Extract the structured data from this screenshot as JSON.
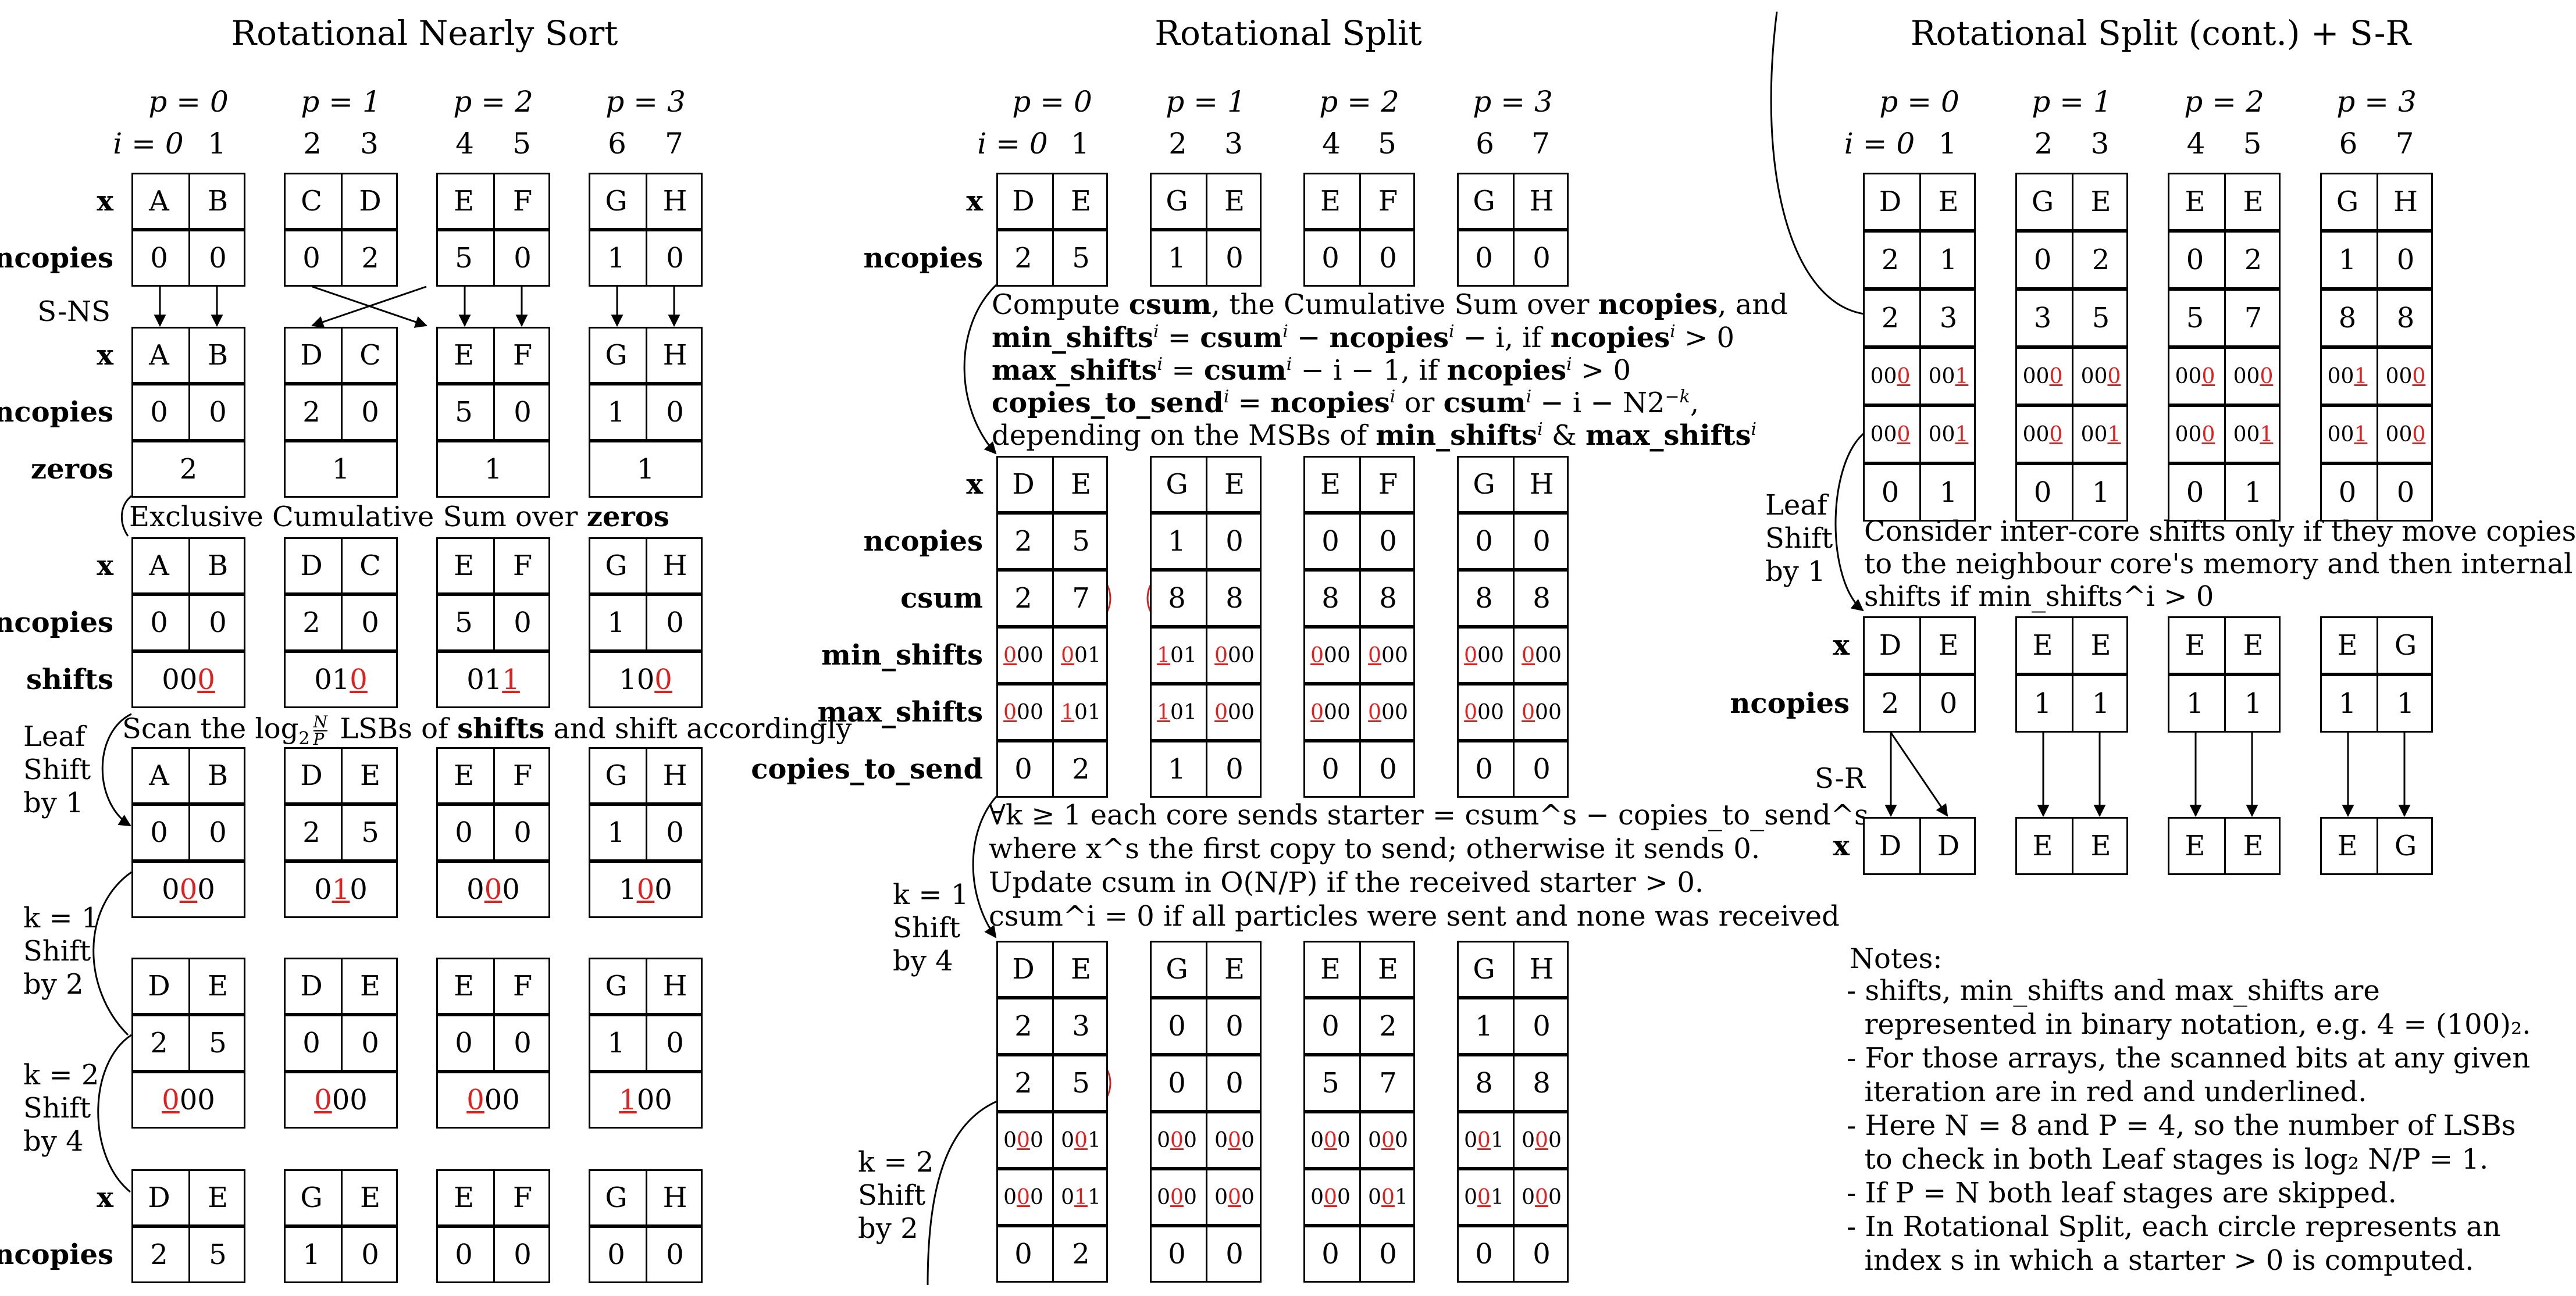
{
  "panels": {
    "nearly_sort": {
      "title": "Rotational Nearly Sort",
      "p_headers": [
        "p = 0",
        "p = 1",
        "p = 2",
        "p = 3"
      ],
      "i_header": {
        "label": "i = 0",
        "indices": [
          "1",
          "2",
          "3",
          "4",
          "5",
          "6",
          "7"
        ]
      },
      "rows": [
        {
          "label": "x",
          "kind": "pair",
          "values": [
            "A",
            "B",
            "C",
            "D",
            "E",
            "F",
            "G",
            "H"
          ]
        },
        {
          "label": "ncopies",
          "kind": "pair",
          "values": [
            "0",
            "0",
            "0",
            "2",
            "5",
            "0",
            "1",
            "0"
          ]
        },
        {
          "label": "x",
          "kind": "pair",
          "values": [
            "A",
            "B",
            "D",
            "C",
            "E",
            "F",
            "G",
            "H"
          ]
        },
        {
          "label": "ncopies",
          "kind": "pair",
          "values": [
            "0",
            "0",
            "2",
            "0",
            "5",
            "0",
            "1",
            "0"
          ]
        },
        {
          "label": "zeros",
          "kind": "wide",
          "values": [
            "2",
            "1",
            "1",
            "1"
          ]
        },
        {
          "label": "x",
          "kind": "pair",
          "values": [
            "A",
            "B",
            "D",
            "C",
            "E",
            "F",
            "G",
            "H"
          ]
        },
        {
          "label": "ncopies",
          "kind": "pair",
          "values": [
            "0",
            "0",
            "2",
            "0",
            "5",
            "0",
            "1",
            "0"
          ]
        },
        {
          "label": "shifts",
          "kind": "wide",
          "values": [
            {
              "pre": "00",
              "u": "0",
              "post": ""
            },
            {
              "pre": "01",
              "u": "0",
              "post": ""
            },
            {
              "pre": "01",
              "u": "1",
              "post": ""
            },
            {
              "pre": "10",
              "u": "0",
              "post": ""
            }
          ]
        },
        {
          "label": "",
          "kind": "pair",
          "values": [
            "A",
            "B",
            "D",
            "E",
            "E",
            "F",
            "G",
            "H"
          ]
        },
        {
          "label": "",
          "kind": "pair",
          "values": [
            "0",
            "0",
            "2",
            "5",
            "0",
            "0",
            "1",
            "0"
          ]
        },
        {
          "label": "",
          "kind": "wide",
          "values": [
            {
              "pre": "0",
              "u": "0",
              "post": "0"
            },
            {
              "pre": "0",
              "u": "1",
              "post": "0"
            },
            {
              "pre": "0",
              "u": "0",
              "post": "0"
            },
            {
              "pre": "1",
              "u": "0",
              "post": "0"
            }
          ]
        },
        {
          "label": "",
          "kind": "pair",
          "values": [
            "D",
            "E",
            "D",
            "E",
            "E",
            "F",
            "G",
            "H"
          ]
        },
        {
          "label": "",
          "kind": "pair",
          "values": [
            "2",
            "5",
            "0",
            "0",
            "0",
            "0",
            "1",
            "0"
          ]
        },
        {
          "label": "",
          "kind": "wide",
          "values": [
            {
              "pre": "",
              "u": "0",
              "post": "00"
            },
            {
              "pre": "",
              "u": "0",
              "post": "00"
            },
            {
              "pre": "",
              "u": "0",
              "post": "00"
            },
            {
              "pre": "",
              "u": "1",
              "post": "00"
            }
          ]
        },
        {
          "label": "x",
          "kind": "pair",
          "values": [
            "D",
            "E",
            "G",
            "E",
            "E",
            "F",
            "G",
            "H"
          ]
        },
        {
          "label": "ncopies",
          "kind": "pair",
          "values": [
            "2",
            "5",
            "1",
            "0",
            "0",
            "0",
            "0",
            "0"
          ]
        }
      ],
      "snc_label": "S-NS",
      "excl_note": {
        "pre": "Exclusive Cumulative Sum over ",
        "bold": "zeros"
      },
      "scan_note": {
        "a": "Scan the log",
        "b": "2",
        "c": "N",
        "d": "P",
        "e": " LSBs of ",
        "f": "shifts",
        "g": " and shift accordingly"
      },
      "side_labels": [
        [
          "Leaf",
          "Shift",
          "by 1"
        ],
        [
          "k = 1",
          "Shift",
          "by 2"
        ],
        [
          "k = 2",
          "Shift",
          "by 4"
        ]
      ]
    },
    "split": {
      "title": "Rotational Split",
      "p_headers": [
        "p = 0",
        "p = 1",
        "p = 2",
        "p = 3"
      ],
      "i_header": {
        "label": "i = 0",
        "indices": [
          "1",
          "2",
          "3",
          "4",
          "5",
          "6",
          "7"
        ]
      },
      "rows": [
        {
          "label": "x",
          "values": [
            "D",
            "E",
            "G",
            "E",
            "E",
            "F",
            "G",
            "H"
          ]
        },
        {
          "label": "ncopies",
          "values": [
            "2",
            "5",
            "1",
            "0",
            "0",
            "0",
            "0",
            "0"
          ]
        },
        {
          "label": "x",
          "values": [
            "D",
            "E",
            "G",
            "E",
            "E",
            "F",
            "G",
            "H"
          ]
        },
        {
          "label": "ncopies",
          "values": [
            "2",
            "5",
            "1",
            "0",
            "0",
            "0",
            "0",
            "0"
          ]
        },
        {
          "label": "csum",
          "values": [
            "2",
            "7",
            "8",
            "8",
            "8",
            "8",
            "8",
            "8"
          ]
        },
        {
          "label": "min_shifts",
          "small": true,
          "values": [
            {
              "pre": "",
              "u": "0",
              "post": "00"
            },
            {
              "pre": "",
              "u": "0",
              "post": "01"
            },
            {
              "pre": "",
              "u": "1",
              "post": "01"
            },
            {
              "pre": "",
              "u": "0",
              "post": "00"
            },
            {
              "pre": "",
              "u": "0",
              "post": "00"
            },
            {
              "pre": "",
              "u": "0",
              "post": "00"
            },
            {
              "pre": "",
              "u": "0",
              "post": "00"
            },
            {
              "pre": "",
              "u": "0",
              "post": "00"
            }
          ]
        },
        {
          "label": "max_shifts",
          "small": true,
          "values": [
            {
              "pre": "",
              "u": "0",
              "post": "00"
            },
            {
              "pre": "",
              "u": "1",
              "post": "01"
            },
            {
              "pre": "",
              "u": "1",
              "post": "01"
            },
            {
              "pre": "",
              "u": "0",
              "post": "00"
            },
            {
              "pre": "",
              "u": "0",
              "post": "00"
            },
            {
              "pre": "",
              "u": "0",
              "post": "00"
            },
            {
              "pre": "",
              "u": "0",
              "post": "00"
            },
            {
              "pre": "",
              "u": "0",
              "post": "00"
            }
          ]
        },
        {
          "label": "copies_to_send",
          "values": [
            "0",
            "2",
            "1",
            "0",
            "0",
            "0",
            "0",
            "0"
          ]
        },
        {
          "label": "",
          "values": [
            "D",
            "E",
            "G",
            "E",
            "E",
            "E",
            "G",
            "H"
          ]
        },
        {
          "label": "",
          "values": [
            "2",
            "3",
            "0",
            "0",
            "0",
            "2",
            "1",
            "0"
          ]
        },
        {
          "label": "",
          "values": [
            "2",
            "5",
            "0",
            "0",
            "5",
            "7",
            "8",
            "8"
          ]
        },
        {
          "label": "",
          "small": true,
          "values": [
            {
              "pre": "0",
              "u": "0",
              "post": "0"
            },
            {
              "pre": "0",
              "u": "0",
              "post": "1"
            },
            {
              "pre": "0",
              "u": "0",
              "post": "0"
            },
            {
              "pre": "0",
              "u": "0",
              "post": "0"
            },
            {
              "pre": "0",
              "u": "0",
              "post": "0"
            },
            {
              "pre": "0",
              "u": "0",
              "post": "0"
            },
            {
              "pre": "0",
              "u": "0",
              "post": "1"
            },
            {
              "pre": "0",
              "u": "0",
              "post": "0"
            }
          ]
        },
        {
          "label": "",
          "small": true,
          "values": [
            {
              "pre": "0",
              "u": "0",
              "post": "0"
            },
            {
              "pre": "0",
              "u": "1",
              "post": "1"
            },
            {
              "pre": "0",
              "u": "0",
              "post": "0"
            },
            {
              "pre": "0",
              "u": "0",
              "post": "0"
            },
            {
              "pre": "0",
              "u": "0",
              "post": "0"
            },
            {
              "pre": "0",
              "u": "0",
              "post": "1"
            },
            {
              "pre": "0",
              "u": "0",
              "post": "1"
            },
            {
              "pre": "0",
              "u": "0",
              "post": "0"
            }
          ]
        },
        {
          "label": "",
          "values": [
            "0",
            "2",
            "0",
            "0",
            "0",
            "0",
            "0",
            "0"
          ]
        }
      ],
      "compute_note": [
        [
          "Compute ",
          "csum",
          ", the Cumulative Sum over ",
          "ncopies",
          ", and"
        ],
        [
          "min_shifts",
          "i",
          " = ",
          "csum",
          "i",
          " − ",
          "ncopies",
          "i",
          " − i, if ",
          "ncopies",
          "i",
          " > 0"
        ],
        [
          "max_shifts",
          "i",
          " = ",
          "csum",
          "i",
          " − i − 1, if ",
          "ncopies",
          "i",
          " > 0"
        ],
        [
          "copies_to_send",
          "i",
          " = ",
          "ncopies",
          "i",
          " or ",
          "csum",
          "i",
          " − i − N2",
          "−k",
          ","
        ],
        [
          "depending on the MSBs of ",
          "min_shifts",
          "i",
          " & ",
          "max_shifts",
          "i"
        ]
      ],
      "send_note": [
        "∀k ≥ 1 each core sends starter = csum^s − copies_to_send^s",
        "where x^s the first copy to send; otherwise it sends 0.",
        "Update csum in O(N/P) if the received starter > 0.",
        "csum^i = 0 if all particles were sent and none was received"
      ],
      "side_labels": [
        [
          "k = 1",
          "Shift",
          "by 4"
        ],
        [
          "k = 2",
          "Shift",
          "by 2"
        ]
      ]
    },
    "split_cont": {
      "title": "Rotational Split (cont.) + S-R",
      "p_headers": [
        "p = 0",
        "p = 1",
        "p = 2",
        "p = 3"
      ],
      "i_header": {
        "label": "i = 0",
        "indices": [
          "1",
          "2",
          "3",
          "4",
          "5",
          "6",
          "7"
        ]
      },
      "rows": [
        {
          "label": "",
          "values": [
            "D",
            "E",
            "G",
            "E",
            "E",
            "E",
            "G",
            "H"
          ]
        },
        {
          "label": "",
          "values": [
            "2",
            "1",
            "0",
            "2",
            "0",
            "2",
            "1",
            "0"
          ]
        },
        {
          "label": "",
          "values": [
            "2",
            "3",
            "3",
            "5",
            "5",
            "7",
            "8",
            "8"
          ]
        },
        {
          "label": "",
          "small": true,
          "values": [
            {
              "pre": "00",
              "u": "0",
              "post": ""
            },
            {
              "pre": "00",
              "u": "1",
              "post": ""
            },
            {
              "pre": "00",
              "u": "0",
              "post": ""
            },
            {
              "pre": "00",
              "u": "0",
              "post": ""
            },
            {
              "pre": "00",
              "u": "0",
              "post": ""
            },
            {
              "pre": "00",
              "u": "0",
              "post": ""
            },
            {
              "pre": "00",
              "u": "1",
              "post": ""
            },
            {
              "pre": "00",
              "u": "0",
              "post": ""
            }
          ]
        },
        {
          "label": "",
          "small": true,
          "values": [
            {
              "pre": "00",
              "u": "0",
              "post": ""
            },
            {
              "pre": "00",
              "u": "1",
              "post": ""
            },
            {
              "pre": "00",
              "u": "0",
              "post": ""
            },
            {
              "pre": "00",
              "u": "1",
              "post": ""
            },
            {
              "pre": "00",
              "u": "0",
              "post": ""
            },
            {
              "pre": "00",
              "u": "1",
              "post": ""
            },
            {
              "pre": "00",
              "u": "1",
              "post": ""
            },
            {
              "pre": "00",
              "u": "0",
              "post": ""
            }
          ]
        },
        {
          "label": "",
          "values": [
            "0",
            "1",
            "0",
            "1",
            "0",
            "1",
            "0",
            "0"
          ]
        },
        {
          "label": "x",
          "values": [
            "D",
            "E",
            "E",
            "E",
            "E",
            "E",
            "E",
            "G"
          ]
        },
        {
          "label": "ncopies",
          "values": [
            "2",
            "0",
            "1",
            "1",
            "1",
            "1",
            "1",
            "1"
          ]
        },
        {
          "label": "x",
          "values": [
            "D",
            "D",
            "E",
            "E",
            "E",
            "E",
            "E",
            "G"
          ]
        }
      ],
      "consider_note": [
        "Consider inter-core shifts only if they move copies",
        "to the neighbour core's memory and then internal",
        "shifts if min_shifts^i > 0"
      ],
      "side_labels": [
        [
          "Leaf",
          "Shift",
          "by 1"
        ]
      ],
      "sr_label": "S-R",
      "notes_title": "Notes:",
      "notes": [
        "- shifts, min_shifts and max_shifts are",
        "  represented in binary notation, e.g. 4 = (100)₂.",
        "- For those arrays, the scanned bits at any given",
        "  iteration are in red and underlined.",
        "- Here N = 8 and P = 4, so the number of LSBs",
        "  to check in both Leaf stages is log₂ N/P = 1.",
        "- If P = N both leaf stages are skipped.",
        "- In Rotational Split, each circle represents an",
        "  index s in which a starter > 0 is computed."
      ]
    }
  },
  "colors": {
    "highlight": "#d22222",
    "stroke": "#000000"
  }
}
